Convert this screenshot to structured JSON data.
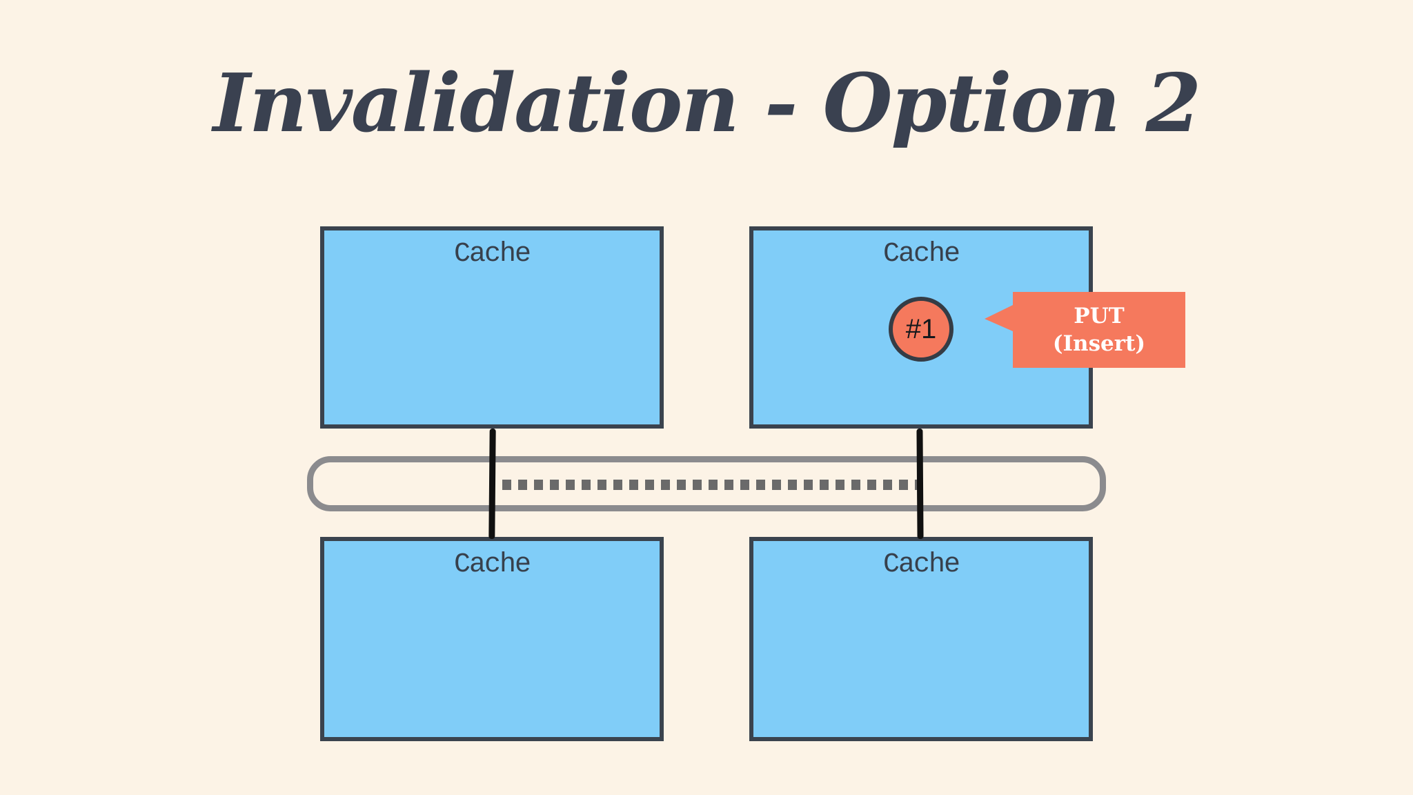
{
  "slide": {
    "title": "Invalidation - Option 2"
  },
  "nodes": {
    "cache_top_left": {
      "label": "Cache"
    },
    "cache_top_right": {
      "label": "Cache"
    },
    "cache_bottom_left": {
      "label": "Cache"
    },
    "cache_bottom_right": {
      "label": "Cache"
    }
  },
  "annotation": {
    "step_marker": "#1",
    "badge_line1": "PUT",
    "badge_line2": "(Insert)"
  },
  "colors": {
    "background": "#FCF3E6",
    "box_fill": "#80CDF8",
    "box_border": "#3A434E",
    "label_text": "#37404C",
    "title_text": "#3A4150",
    "accent": "#F5795D",
    "accent_border": "#353C45",
    "badge_text": "#FFFFFF",
    "bus_border": "#8B8B8E",
    "dash": "#6A6A6A",
    "connector": "#101010",
    "marker_text": "#15181C"
  }
}
